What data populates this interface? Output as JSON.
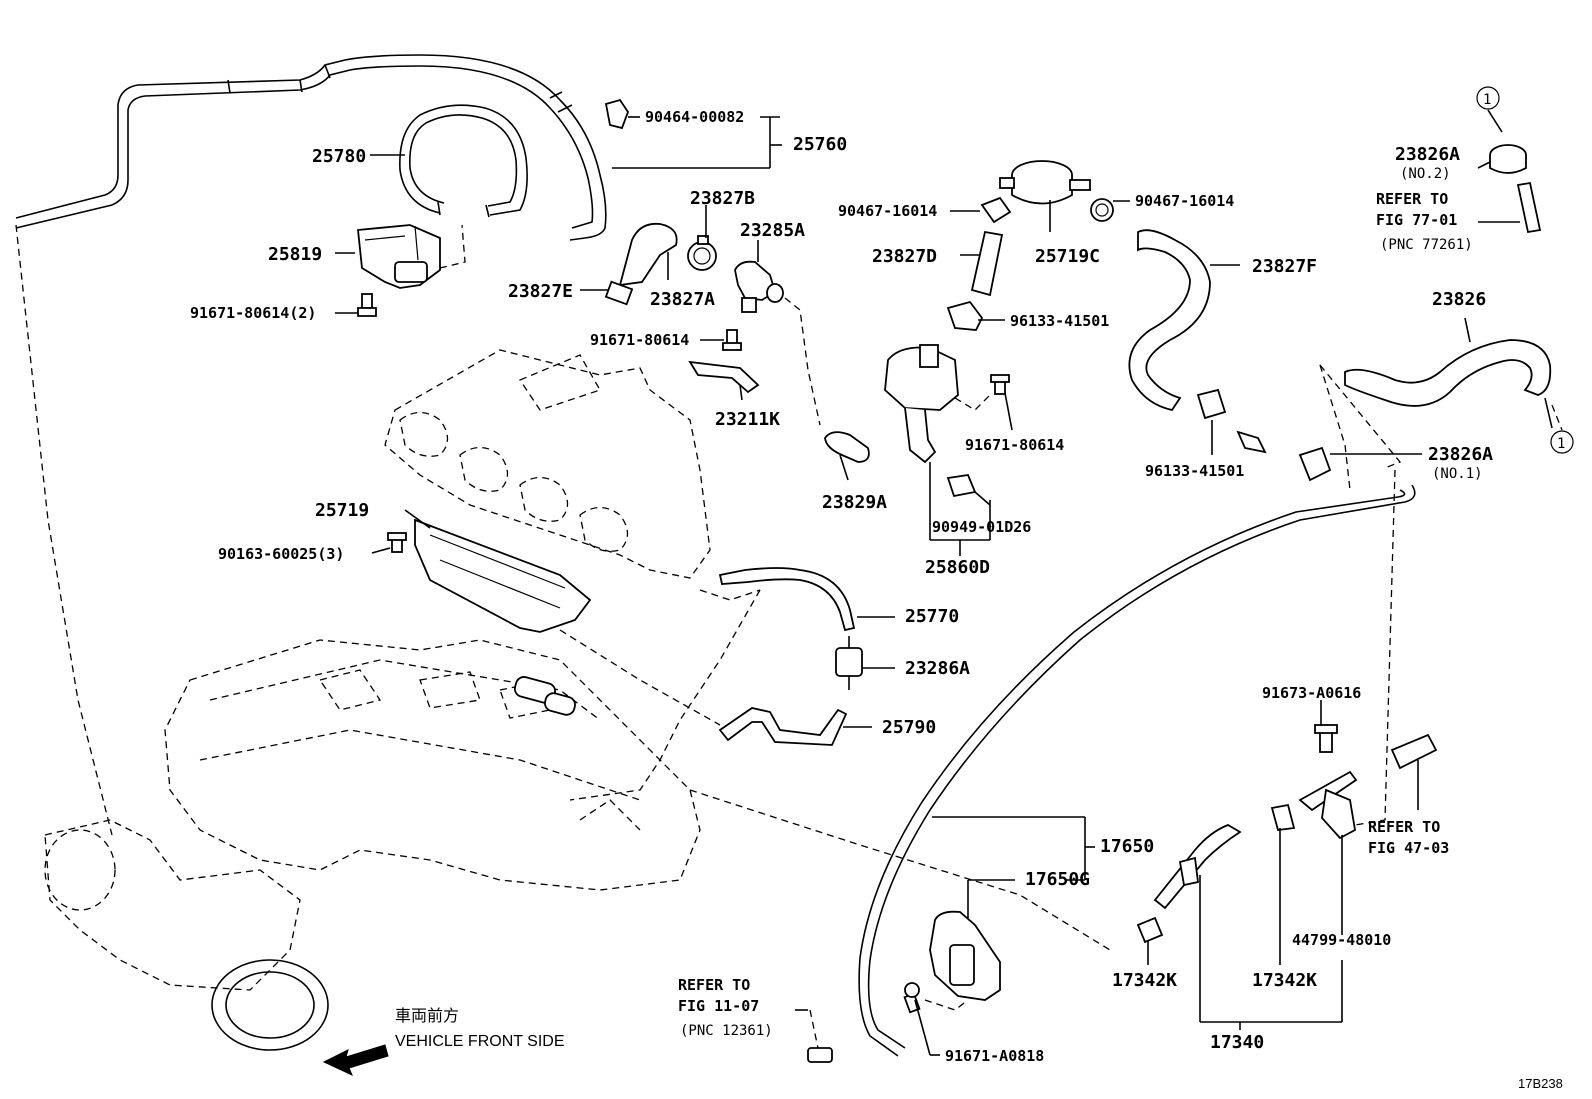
{
  "figure_id": "17B238",
  "parts": {
    "p25760": "25760",
    "p25780": "25780",
    "p90464": "90464-00082",
    "p25819": "25819",
    "p91671_2": "91671-80614(2)",
    "p23827B": "23827B",
    "p23285A": "23285A",
    "p23827E": "23827E",
    "p23827A": "23827A",
    "p91671_a": "91671-80614",
    "p23211K": "23211K",
    "p90467_left": "90467-16014",
    "p90467_right": "90467-16014",
    "p23827D": "23827D",
    "p25719C": "25719C",
    "p96133_top": "96133-41501",
    "p91671_b": "91671-80614",
    "p23829A": "23829A",
    "p90949": "90949-01D26",
    "p25860D": "25860D",
    "p23827F": "23827F",
    "p96133_bottom": "96133-41501",
    "p23826A_no2": "23826A",
    "no2": "(NO.2)",
    "p23826": "23826",
    "p23826A_no1": "23826A",
    "no1": "(NO.1)",
    "p25719": "25719",
    "p90163": "90163-60025(3)",
    "p25770": "25770",
    "p23286A": "23286A",
    "p25790": "25790",
    "p91673": "91673-A0616",
    "p17650": "17650",
    "p17650G": "17650G",
    "p44799": "44799-48010",
    "p17342K_a": "17342K",
    "p17342K_b": "17342K",
    "p17340": "17340",
    "p91671_A0818": "91671-A0818"
  },
  "refs": {
    "fig77_l1": "REFER TO",
    "fig77_l2": "FIG 77-01",
    "fig77_l3": "(PNC 77261)",
    "fig47_l1": "REFER TO",
    "fig47_l2": "FIG 47-03",
    "fig11_l1": "REFER TO",
    "fig11_l2": "FIG 11-07",
    "fig11_l3": "(PNC 12361)"
  },
  "callouts": {
    "circle_top": "1",
    "circle_right": "1"
  },
  "front": {
    "jp": "車両前方",
    "en": "VEHICLE FRONT SIDE"
  }
}
